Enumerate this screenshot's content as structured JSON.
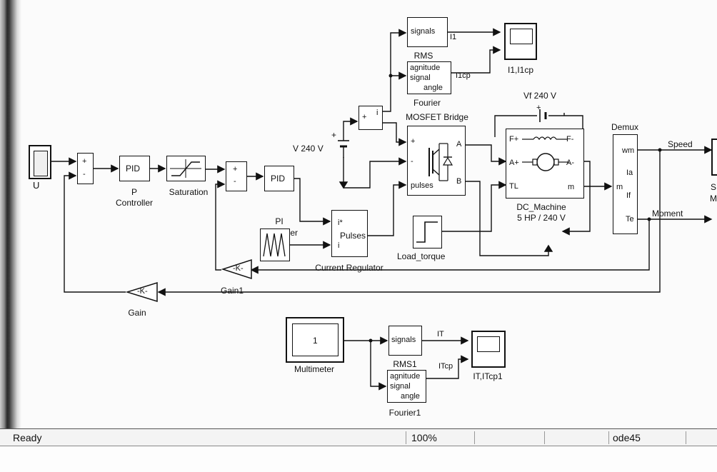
{
  "blocks": {
    "scope_u": "U",
    "sum_1_signs": [
      "+",
      "-"
    ],
    "pid_p": "PID",
    "p_controller": [
      "P",
      "Controller"
    ],
    "saturation": "Saturation",
    "sum_2_signs": [
      "+",
      "-"
    ],
    "pid_pi": "PID",
    "pi_controller": [
      "PI",
      "Controller"
    ],
    "current_regulator": "Current Regulator",
    "pulses_in": [
      "i*",
      "i"
    ],
    "pulses_out": "Pulses",
    "gain1_value": "-K-",
    "gain1": "Gain1",
    "gain_value": "-K-",
    "gain": "Gain",
    "v240": "V 240 V",
    "source_plus": "+",
    "sum_top_signs": [
      "+",
      "i"
    ],
    "rms_in": "signals",
    "rms": "RMS",
    "rms_out": "I1",
    "fourier_ports": [
      "agnitude",
      "signal",
      "angle"
    ],
    "fourier": "Fourier",
    "fourier_out": "I1cp",
    "scope_i1": "I1,I1cp",
    "mosfet_bridge": "MOSFET Bridge",
    "bridge_ports": [
      "+",
      "-",
      "pulses",
      "A",
      "B"
    ],
    "load_torque": "Load_torque",
    "vf": "Vf 240 V",
    "vf_sign": "+",
    "machine_ports": [
      "F+",
      "F-",
      "A+",
      "A-",
      "TL",
      "m"
    ],
    "dc_machine": "DC_Machine",
    "dc_machine_rating": "5 HP / 240 V",
    "demux": "Demux",
    "demux_ports": [
      "m",
      "wm",
      "Ia",
      "If",
      "Te"
    ],
    "speed": "Speed",
    "moment": "Moment",
    "right_partial": [
      "S",
      "M"
    ],
    "multimeter_value": "1",
    "multimeter": "Multimeter",
    "rms1_in": "signals",
    "rms1": "RMS1",
    "rms1_out": "IT",
    "fourier1_ports": [
      "agnitude",
      "signal",
      "angle"
    ],
    "fourier1": "Fourier1",
    "fourier1_out": "ITcp",
    "scope_it": "IT,ITcp1"
  },
  "status": {
    "state": "Ready",
    "zoom": "100%",
    "solver": "ode45"
  }
}
